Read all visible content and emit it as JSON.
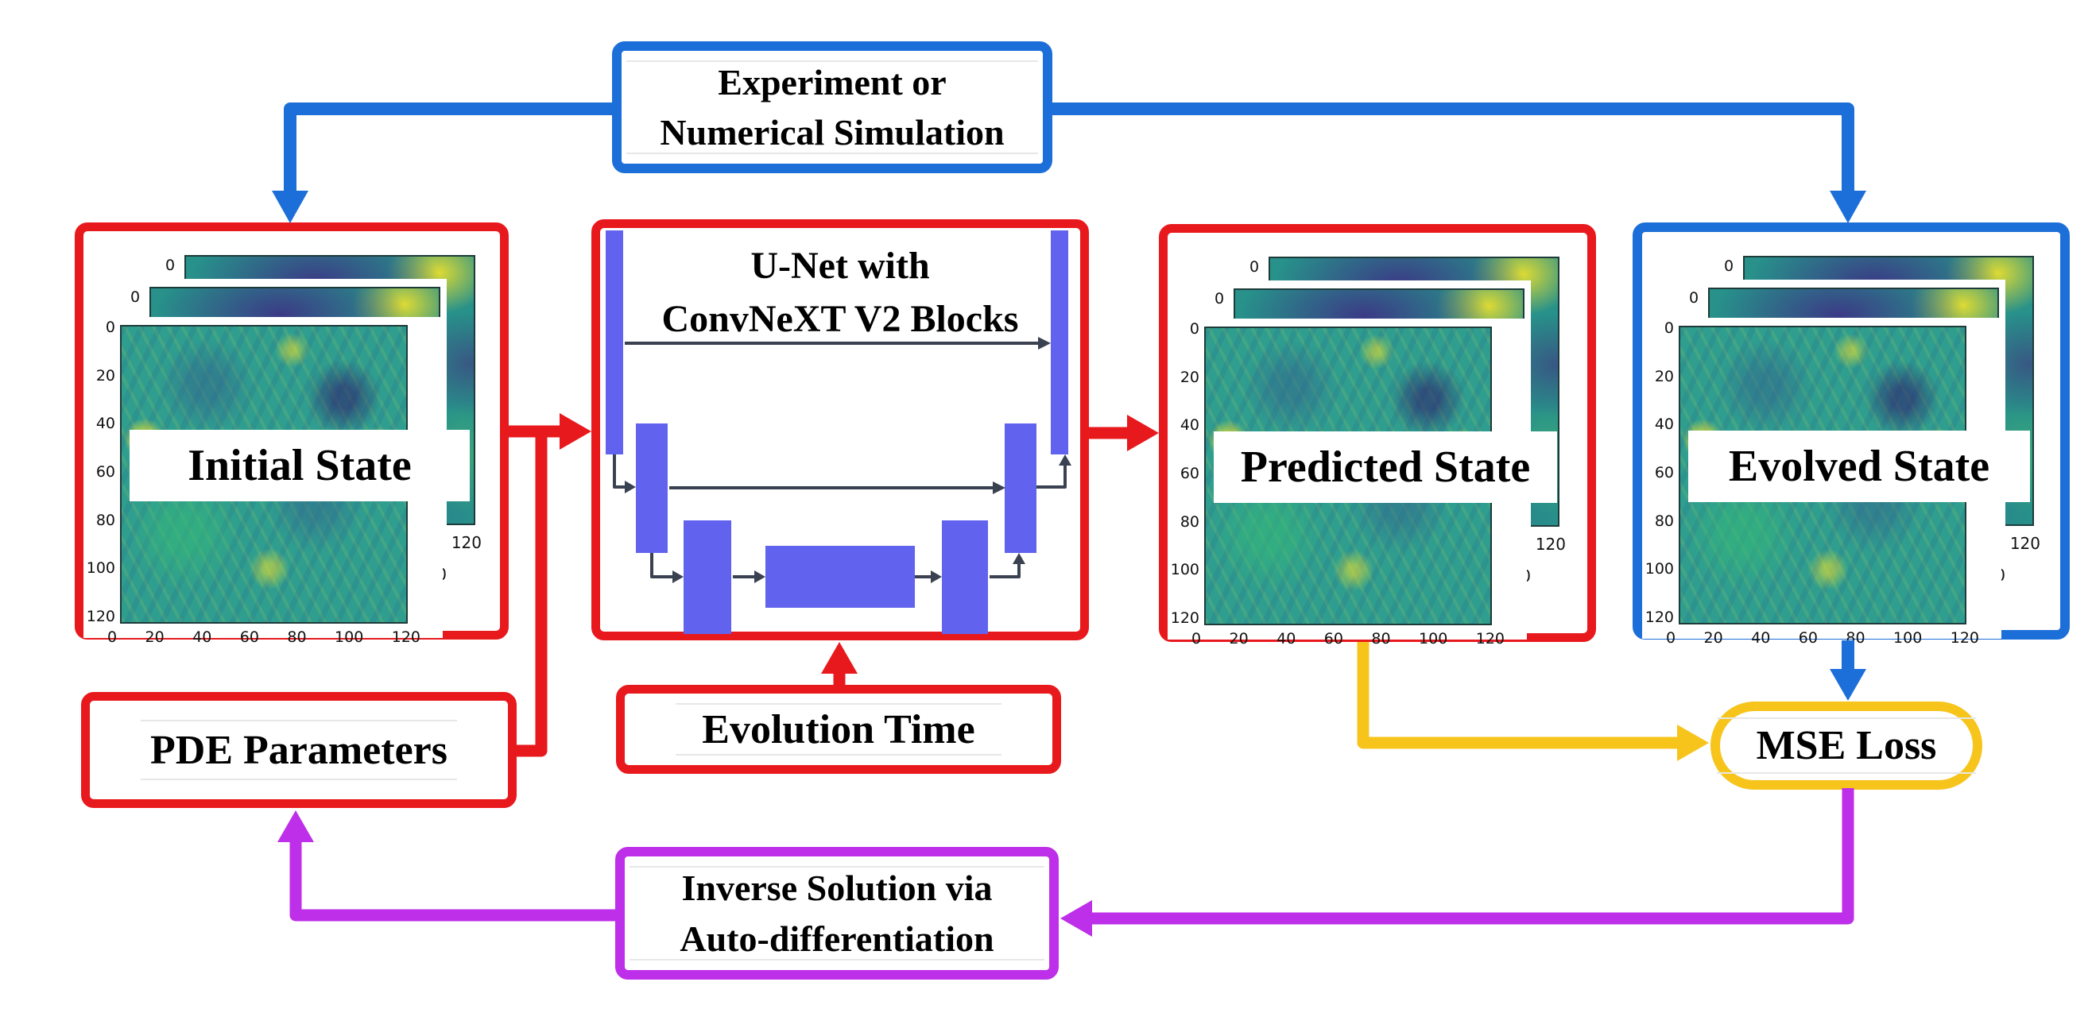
{
  "colors": {
    "red": "#e8191d",
    "blue": "#1c6fd8",
    "gold": "#f7c41c",
    "purple": "#bd2fe8",
    "block": "#6163ee",
    "dark": "#3a4150",
    "faint": "#e7e7e7"
  },
  "top_box": {
    "line1": "Experiment or",
    "line2": "Numerical Simulation"
  },
  "unet": {
    "line1": "U-Net with",
    "line2": "ConvNeXT V2 Blocks"
  },
  "panels": {
    "initial": {
      "label": "Initial State"
    },
    "predicted": {
      "label": "Predicted State"
    },
    "evolved": {
      "label": "Evolved State"
    }
  },
  "pde": {
    "label": "PDE Parameters"
  },
  "evolution": {
    "label": "Evolution Time"
  },
  "mse": {
    "label": "MSE Loss"
  },
  "inverse": {
    "line1": "Inverse Solution via",
    "line2": "Auto-differentiation"
  },
  "axes": {
    "zero": "0",
    "max_label": "120",
    "x_ticks": [
      "0",
      "20",
      "40",
      "60",
      "80",
      "100",
      "120"
    ],
    "y_ticks": [
      "0",
      "20",
      "40",
      "60",
      "80",
      "100",
      "120"
    ]
  }
}
